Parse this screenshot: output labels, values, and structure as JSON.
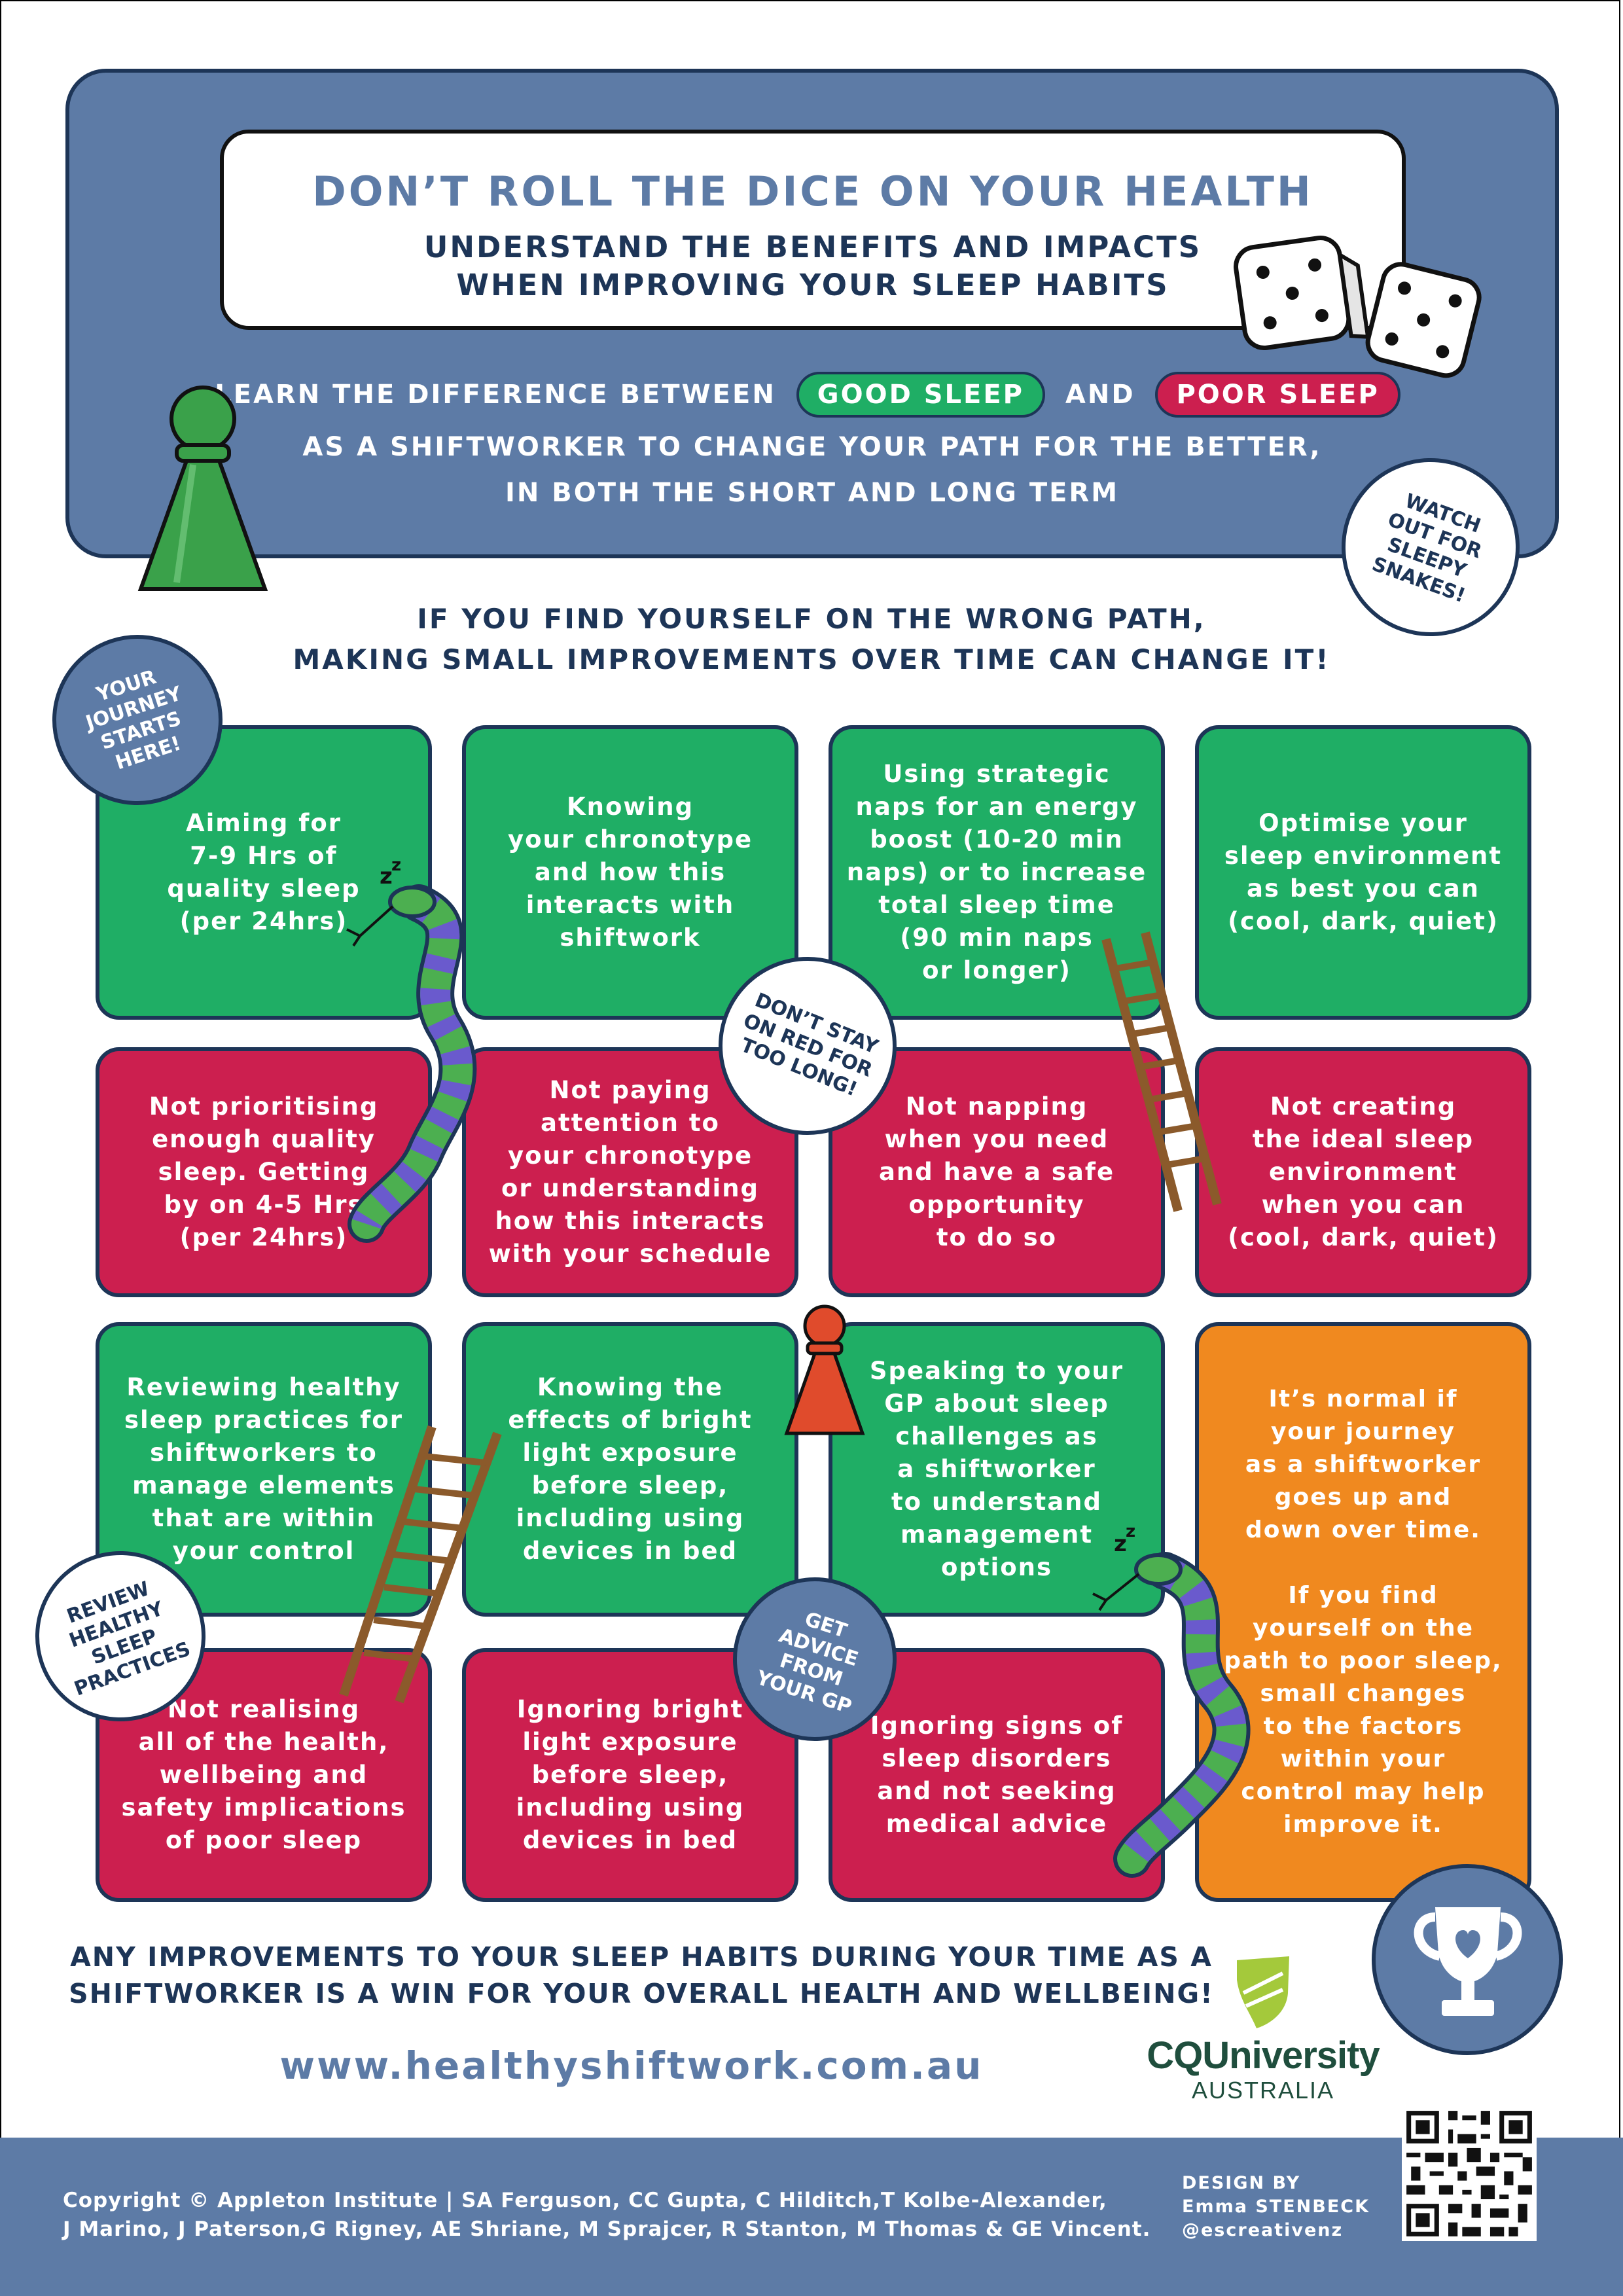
{
  "header": {
    "title": "DON’T ROLL THE DICE ON YOUR HEALTH",
    "subtitle_line1": "UNDERSTAND THE BENEFITS AND IMPACTS",
    "subtitle_line2": "WHEN IMPROVING YOUR SLEEP HABITS",
    "intro_lead": "LEARN THE DIFFERENCE BETWEEN",
    "good_sleep": "GOOD SLEEP",
    "and": "AND",
    "poor_sleep": "POOR SLEEP",
    "intro_line2": "AS A SHIFTWORKER TO CHANGE YOUR PATH FOR THE BETTER,",
    "intro_line3": "IN BOTH THE SHORT AND LONG TERM"
  },
  "badges": {
    "watch_out": "WATCH\nOUT FOR\nSLEEPY\nSNAKES!",
    "journey_start": "YOUR\nJOURNEY\nSTARTS\nHERE!",
    "dont_stay": "DON’T STAY\nON RED FOR\nTOO LONG!",
    "review": "REVIEW\nHEALTHY\nSLEEP\nPRACTICES",
    "gp_advice": "GET\nADVICE\nFROM\nYOUR GP"
  },
  "path_heading": {
    "line1": "IF YOU FIND YOURSELF ON THE WRONG PATH,",
    "line2": "MAKING SMALL IMPROVEMENTS OVER TIME CAN CHANGE IT!"
  },
  "tiles": {
    "g1": "Aiming for\n7-9 Hrs of\nquality sleep\n(per 24hrs)",
    "g2": "Knowing\nyour chronotype\nand how this\ninteracts with\nshiftwork",
    "g3": "Using strategic\nnaps for an energy\nboost (10-20 min\nnaps) or to increase\ntotal sleep time\n(90 min naps\nor longer)",
    "g4": "Optimise your\nsleep environment\nas best you can\n(cool, dark, quiet)",
    "r1": "Not prioritising\nenough quality\nsleep. Getting\nby on 4-5 Hrs\n(per 24hrs)",
    "r2": "Not paying\nattention to\nyour chronotype\nor understanding\nhow this interacts\nwith your schedule",
    "r3": "Not napping\nwhen you need\nand have a safe\nopportunity\nto do so",
    "r4": "Not creating\nthe ideal sleep\nenvironment\nwhen you can\n(cool, dark, quiet)",
    "g5": "Reviewing healthy\nsleep practices for\nshiftworkers to\nmanage elements\nthat are within\nyour control",
    "g6": "Knowing the\neffects of bright\nlight exposure\nbefore sleep,\nincluding using\ndevices in bed",
    "g7": "Speaking to your\nGP about sleep\nchallenges as\na shiftworker\nto understand\nmanagement\noptions",
    "orange": "It’s normal if\nyour journey\nas a shiftworker\ngoes up and\ndown over time.\n\nIf you find\nyourself on the\npath to poor sleep,\nsmall changes\nto the factors\nwithin your\ncontrol may help\nimprove it.",
    "r5": "Not realising\nall of the health,\nwellbeing and\nsafety implications\nof poor sleep",
    "r6": "Ignoring bright\nlight exposure\nbefore sleep,\nincluding using\ndevices in bed",
    "r7": "Ignoring signs of\nsleep disorders\nand not seeking\nmedical advice"
  },
  "footer": {
    "message_line1": "ANY IMPROVEMENTS TO YOUR SLEEP HABITS DURING YOUR TIME AS A",
    "message_line2": "SHIFTWORKER IS A WIN FOR YOUR OVERALL HEALTH AND WELLBEING!",
    "website": "www.healthyshiftwork.com.au",
    "logo_name": "CQUniversity",
    "logo_sub": "AUSTRALIA",
    "copyright": "Copyright © Appleton Institute | SA Ferguson, CC Gupta, C Hilditch,T Kolbe-Alexander,\nJ Marino, J Paterson,G Rigney, AE Shriane, M Sprajcer, R Stanton, M Thomas & GE Vincent.",
    "design_credit": "DESIGN BY\nEmma STENBECK\n@escreativenz"
  },
  "colors": {
    "navy": "#1d3557",
    "slate_blue": "#5d7ba6",
    "good_green": "#1fae65",
    "poor_red": "#cc1f4f",
    "orange": "#f0891f"
  },
  "icons": [
    "dice-icon",
    "game-pawn-icon",
    "snake-icon",
    "ladder-icon",
    "trophy-icon",
    "qr-code-icon",
    "cqu-logo-icon"
  ]
}
